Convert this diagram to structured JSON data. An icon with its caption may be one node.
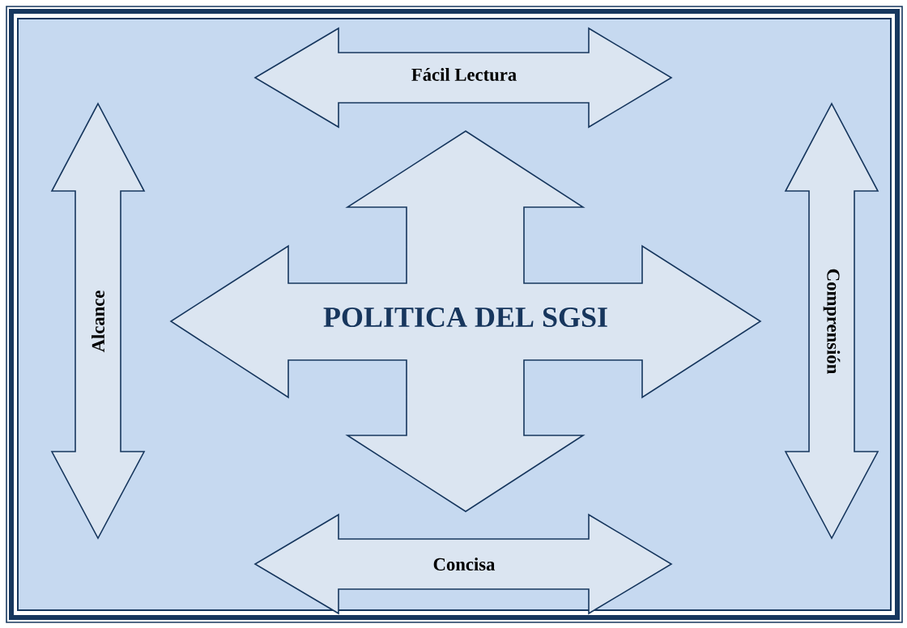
{
  "diagram": {
    "nodes": [
      {
        "text": [
          "Fácil Lectura"
        ]
      },
      {
        "text": [
          "Alcance"
        ]
      },
      {
        "text": [
          "POLITICA DEL SGSI"
        ]
      },
      {
        "text": [
          "Comprensión"
        ]
      },
      {
        "text": [
          "Concisa"
        ]
      }
    ]
  }
}
